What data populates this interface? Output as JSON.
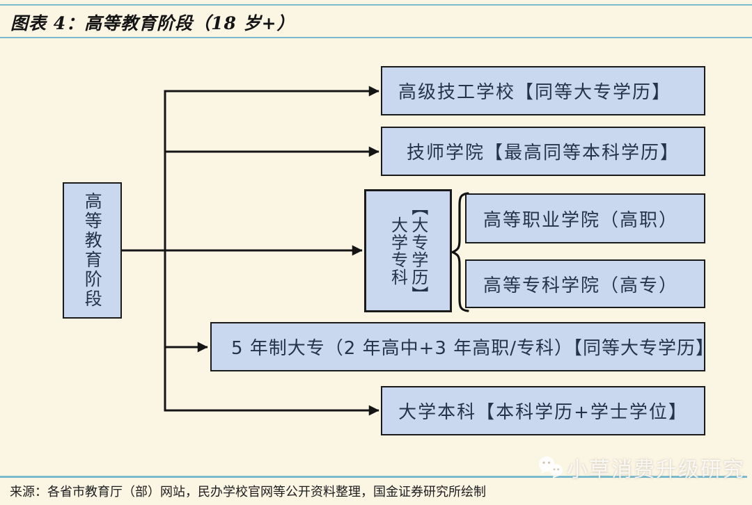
{
  "header": {
    "title": "图表 4：高等教育阶段（18 岁+）"
  },
  "diagram": {
    "root_label": "高等教育阶段",
    "branches": [
      {
        "label": "高级技工学校【同等大专学历】"
      },
      {
        "label": "技师学院【最高同等本科学历】"
      },
      {
        "label_col1": "大学专科",
        "label_col2": "【大专学历】",
        "children": [
          {
            "label": "高等职业学院（高职）"
          },
          {
            "label": "高等专科学院（高专）"
          }
        ]
      },
      {
        "label": "5 年制大专（2 年高中+3 年高职/专科）【同等大专学历】"
      },
      {
        "label": "大学本科【本科学历+学士学位】"
      }
    ]
  },
  "footer": {
    "source": "来源：各省市教育厅（部）网站，民办学校官网等公开资料整理，国金证券研究所绘制"
  },
  "watermark": {
    "text": "小草消费升级研究",
    "logo": "chat-bubbles-logo-icon"
  },
  "colors": {
    "background": "#FBF5E4",
    "node_fill": "#C9D8EE",
    "node_border": "#1A1A1A",
    "connector": "#151515",
    "rule_blue": "#79BACE",
    "node_text": "#26324A",
    "watermark_white": "#FFFFFF"
  }
}
